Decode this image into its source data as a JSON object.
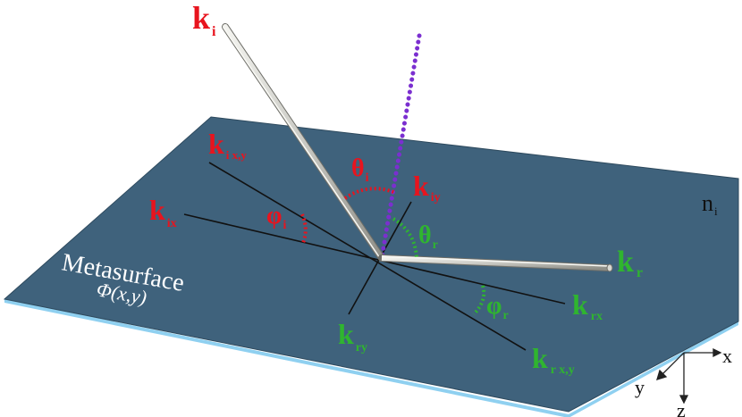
{
  "surface": {
    "title": "Metasurface",
    "phase": "Φ(x,y)",
    "colors": {
      "top": "#3f627c",
      "edge": "#8fd0f0"
    }
  },
  "labels": {
    "k_i": {
      "main": "k",
      "sub": "i"
    },
    "k_ixy": {
      "main": "k",
      "sub": "i x,y"
    },
    "k_ix": {
      "main": "k",
      "sub": "ix"
    },
    "k_iy": {
      "main": "k",
      "sub": "iy"
    },
    "theta_i": {
      "main": "θ",
      "sub": "i"
    },
    "phi_i": {
      "main": "φ",
      "sub": "i"
    },
    "theta_r": {
      "main": "θ",
      "sub": "r"
    },
    "phi_r": {
      "main": "φ",
      "sub": "r"
    },
    "k_r": {
      "main": "k",
      "sub": "r"
    },
    "k_rx": {
      "main": "k",
      "sub": "rx"
    },
    "k_ry": {
      "main": "k",
      "sub": "ry"
    },
    "k_rxy": {
      "main": "k",
      "sub": "r x,y"
    },
    "n_i": {
      "main": "n",
      "sub": "i"
    }
  },
  "axes": {
    "x": "x",
    "y": "y",
    "z": "z"
  },
  "colors": {
    "incident": "#e8141e",
    "reflected": "#2fb52f",
    "normal": "#7b2fd0"
  }
}
